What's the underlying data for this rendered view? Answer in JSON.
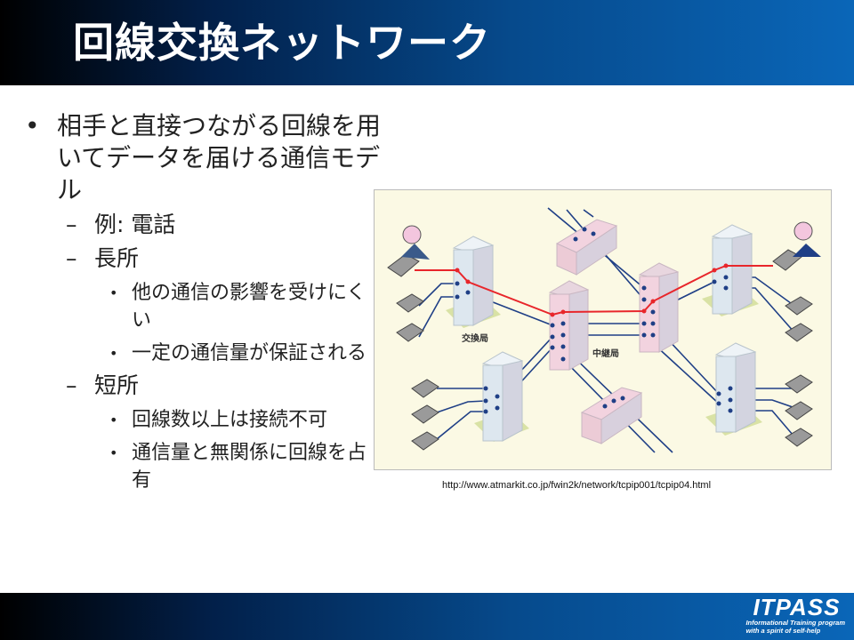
{
  "header": {
    "title": "回線交換ネットワーク"
  },
  "content": {
    "bullets": [
      {
        "level": 1,
        "marker": "•",
        "text": "相手と直接つながる回線を用いてデータを届ける通信モデル"
      },
      {
        "level": 2,
        "marker": "–",
        "text": "例: 電話"
      },
      {
        "level": 2,
        "marker": "–",
        "text": "長所"
      },
      {
        "level": 3,
        "marker": "•",
        "text": "他の通信の影響を受けにくい"
      },
      {
        "level": 3,
        "marker": "•",
        "text": "一定の通信量が保証される"
      },
      {
        "level": 2,
        "marker": "–",
        "text": "短所"
      },
      {
        "level": 3,
        "marker": "•",
        "text": "回線数以上は接続不可"
      },
      {
        "level": 3,
        "marker": "•",
        "text": "通信量と無関係に回線を占有"
      }
    ]
  },
  "diagram": {
    "label_exchange": "交換局",
    "label_relay": "中継局",
    "colors": {
      "circuit": "#e8262b",
      "line": "#1f3f86",
      "tower": "#dde7ef",
      "relay": "#f2d3df",
      "ground": "#d9e2a5"
    }
  },
  "source": {
    "url": "http://www.atmarkit.co.jp/fwin2k/network/tcpip001/tcpip04.html"
  },
  "footer": {
    "logo_main": "ITPASS",
    "logo_sub1": "Informational Training program",
    "logo_sub2": "with a spirit of self-help"
  }
}
